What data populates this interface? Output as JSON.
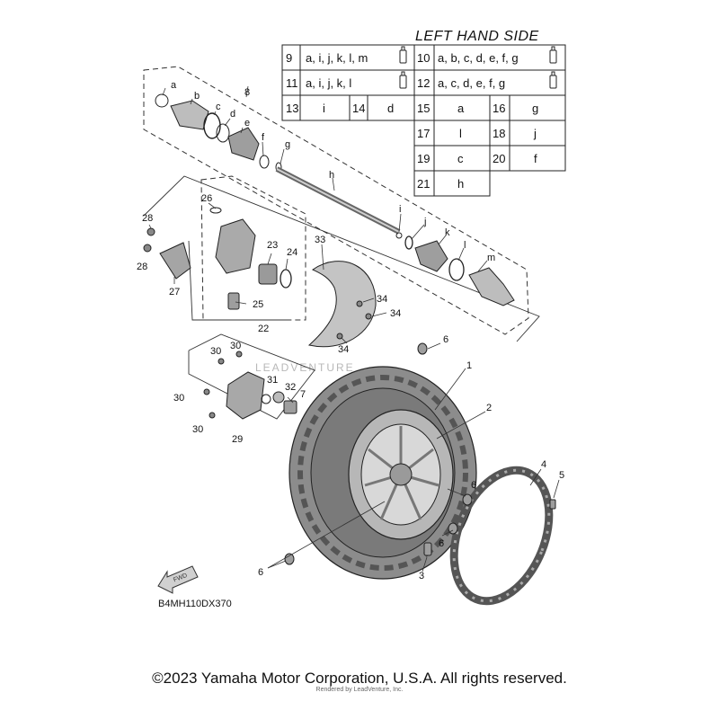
{
  "diagram": {
    "side_title": "LEFT HAND SIDE",
    "diagram_code": "B4MH110DX370",
    "copyright": "©2023 Yamaha Motor Corporation, U.S.A. All rights reserved.",
    "rendered_by": "Rendered by LeadVenture, Inc.",
    "watermark": "LEADVENTURE",
    "fwd_label": "FWD",
    "kit_table": [
      {
        "no": "9",
        "items": "a, i, j, k, l, m",
        "icon": "grease-tube"
      },
      {
        "no": "10",
        "items": "a, b, c, d, e, f, g",
        "icon": "grease-tube"
      },
      {
        "no": "11",
        "items": "a, i, j, k, l",
        "icon": "grease-tube"
      },
      {
        "no": "12",
        "items": "a, c, d, e, f, g",
        "icon": "grease-tube"
      },
      {
        "no": "13",
        "items": "i"
      },
      {
        "no": "14",
        "items": "d"
      },
      {
        "no": "15",
        "items": "a"
      },
      {
        "no": "16",
        "items": "g"
      },
      {
        "no": "17",
        "items": "l"
      },
      {
        "no": "18",
        "items": "j"
      },
      {
        "no": "19",
        "items": "c"
      },
      {
        "no": "20",
        "items": "f"
      },
      {
        "no": "21",
        "items": "h"
      }
    ],
    "callouts": {
      "n1": "1",
      "n2": "2",
      "n3": "3",
      "n4": "4",
      "n5": "5",
      "n6a": "6",
      "n6b": "6",
      "n6c": "6",
      "n6d": "6",
      "n6e": "6",
      "n7": "7",
      "n8": "8",
      "n22": "22",
      "n23": "23",
      "n24": "24",
      "n25": "25",
      "n26": "26",
      "n27": "27",
      "n28a": "28",
      "n28b": "28",
      "n29": "29",
      "n30a": "30",
      "n30b": "30",
      "n30c": "30",
      "n30d": "30",
      "n31": "31",
      "n32": "32",
      "n33": "33",
      "n34a": "34",
      "n34b": "34",
      "n34c": "34",
      "la": "a",
      "lb": "b",
      "lc": "c",
      "ld": "d",
      "le": "e",
      "lf": "f",
      "lg": "g",
      "lh": "h",
      "li": "i",
      "lj": "j",
      "lk": "k",
      "ll": "l",
      "lm": "m"
    }
  }
}
